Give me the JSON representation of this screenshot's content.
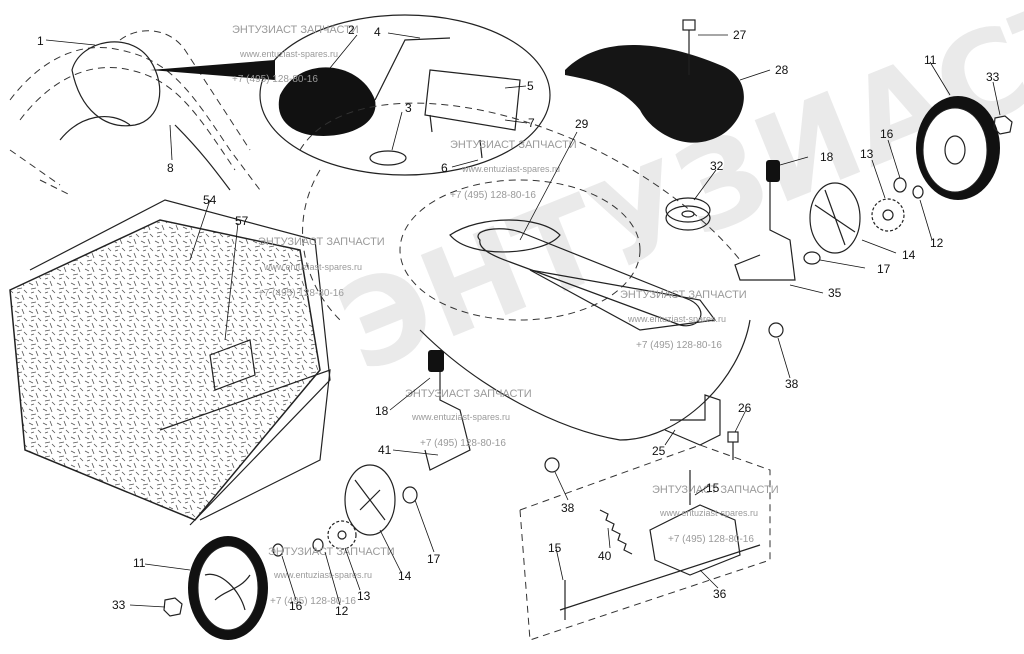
{
  "callouts": {
    "c1": "1",
    "c2": "2",
    "c3": "3",
    "c4": "4",
    "c5": "5",
    "c6": "6",
    "c7": "7",
    "c8": "8",
    "c11a": "11",
    "c11b": "11",
    "c12a": "12",
    "c12b": "12",
    "c13a": "13",
    "c13b": "13",
    "c14a": "14",
    "c14b": "14",
    "c15a": "15",
    "c15b": "15",
    "c16a": "16",
    "c16b": "16",
    "c17a": "17",
    "c17b": "17",
    "c18a": "18",
    "c18b": "18",
    "c25": "25",
    "c26": "26",
    "c27": "27",
    "c28": "28",
    "c29": "29",
    "c32": "32",
    "c33a": "33",
    "c33b": "33",
    "c35": "35",
    "c36": "36",
    "c38a": "38",
    "c38b": "38",
    "c40": "40",
    "c41": "41",
    "c54": "54",
    "c57": "57"
  },
  "watermark": {
    "company": "ЭНТУЗИАСТ ЗАПЧАСТИ",
    "site": "www.entuziast-spares.ru",
    "phone": "+7 (495) 128-80-16",
    "logo": "ЭНТУЗИАСТ"
  },
  "colors": {
    "line": "#222222",
    "hatch": "#555555",
    "watermark_text": "#9a9a9a",
    "watermark_logo": "#d9d9d9"
  }
}
